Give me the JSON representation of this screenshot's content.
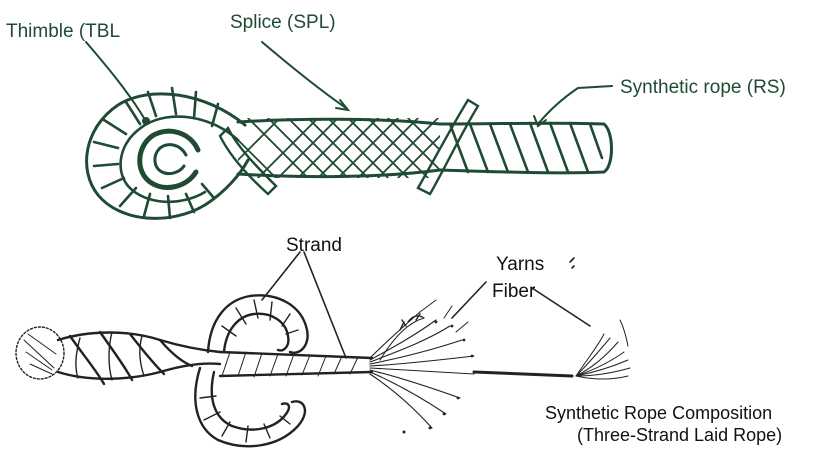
{
  "labels": {
    "thimble": "Thimble (TBL",
    "splice": "Splice (SPL)",
    "synthetic_rope": "Synthetic rope (RS)",
    "strand": "Strand",
    "yarns": "Yarns",
    "fiber": "Fiber"
  },
  "caption": {
    "line1": "Synthetic Rope Composition",
    "line2": "(Three-Strand Laid Rope)"
  },
  "colors": {
    "rope_top": "#1f4a34",
    "rope_bottom": "#222222"
  }
}
